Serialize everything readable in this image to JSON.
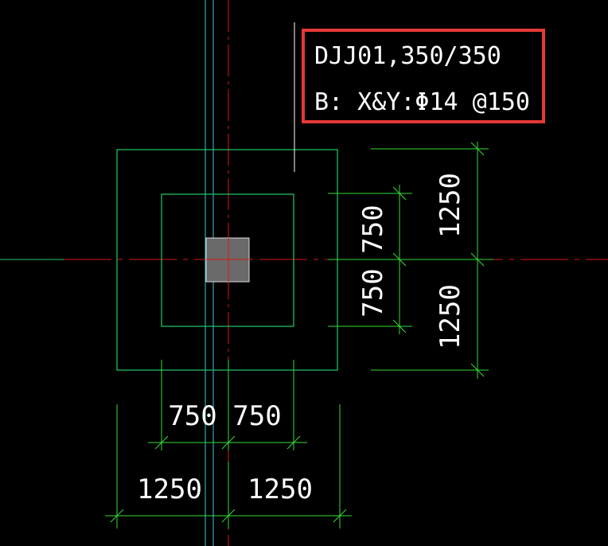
{
  "colors": {
    "background": "#000000",
    "footing": "#22cc66",
    "dimension": "#33dd33",
    "axis_red": "#d81818",
    "axis_cyan": "#39c8d8",
    "column_fill": "#6a6a6a",
    "text": "#ffffff",
    "highlight_box": "#e53935"
  },
  "annotation": {
    "line1": "DJJ01,350/350",
    "line2": "B:  X&Y:Φ14 @150"
  },
  "dimensions": {
    "top_right_upper": "1250",
    "top_right_lower": "1250",
    "right_inner_upper": "750",
    "right_inner_lower": "750",
    "bottom_inner_left": "750",
    "bottom_inner_right": "750",
    "bottom_outer_left": "1250",
    "bottom_outer_right": "1250"
  }
}
